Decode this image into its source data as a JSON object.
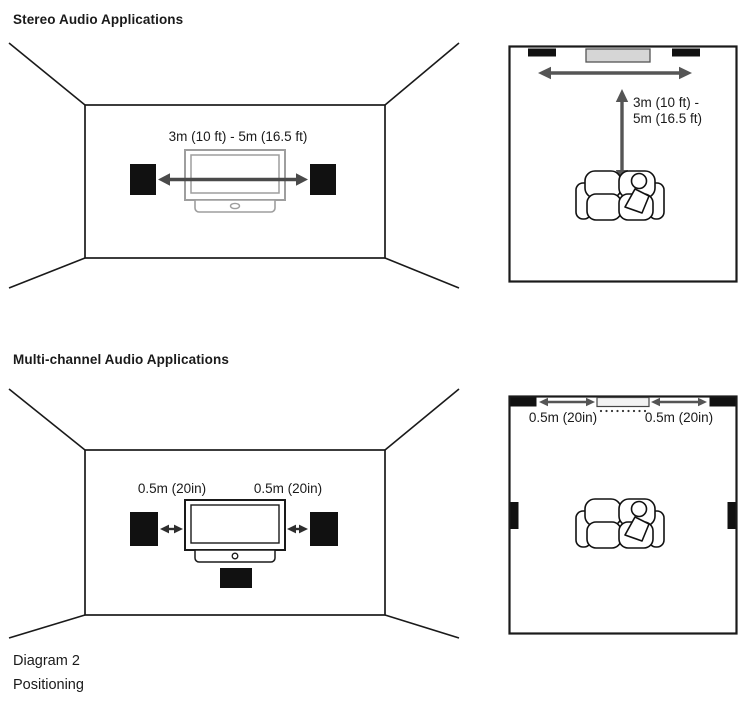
{
  "stereo": {
    "title": "Stereo Audio Applications",
    "front_view": {
      "distance_label": "3m (10 ft) - 5m (16.5 ft)"
    },
    "top_view": {
      "distance_lines": [
        "3m (10 ft) -",
        "5m (16.5 ft)"
      ]
    }
  },
  "multichannel": {
    "title": "Multi-channel Audio Applications",
    "front_view": {
      "left_distance_label": "0.5m (20in)",
      "right_distance_label": "0.5m (20in)"
    },
    "top_view": {
      "left_distance_label": "0.5m (20in)",
      "right_distance_label": "0.5m (20in)"
    }
  },
  "caption": {
    "line1": "Diagram 2",
    "line2": "Positioning"
  },
  "icons": {
    "speaker": "speaker-block-icon",
    "tv_front": "tv-front-icon",
    "tv_top": "tv-top-icon",
    "sofa": "sofa-with-listener-icon",
    "subwoofer": "subwoofer-icon",
    "arrow": "double-headed-arrow-icon"
  },
  "colors": {
    "line": "#1a1a1a",
    "arrow_dark": "#4a4a4a",
    "arrow_gray": "#555555",
    "tv_gray": "#9e9e9e",
    "background": "#ffffff"
  }
}
